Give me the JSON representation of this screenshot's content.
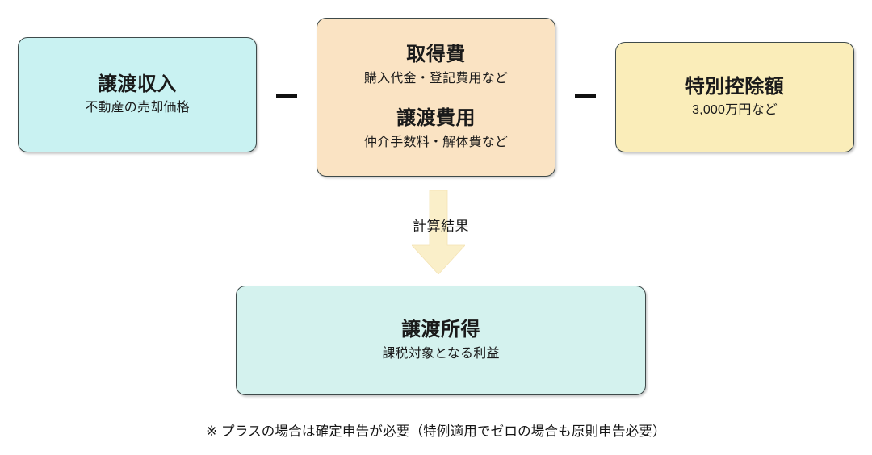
{
  "diagram": {
    "title_semantic": "real-estate-capital-gains-calculation-flow",
    "colors": {
      "revenue_box_fill": "#c9f2f2",
      "costs_box_fill": "#fae3c3",
      "deduction_box_fill": "#faedb9",
      "income_box_fill": "#d4f2ee",
      "arrow_fill": "#faefc9",
      "arrow_stroke": "#f2e0ad",
      "box_border": "#3e4a4a",
      "text": "#1a1a1a"
    },
    "boxes": {
      "revenue": {
        "title": "譲渡収入",
        "sub": "不動産の売却価格"
      },
      "costs": {
        "acquisition": {
          "title": "取得費",
          "sub": "購入代金・登記費用など"
        },
        "transfer": {
          "title": "譲渡費用",
          "sub": "仲介手数料・解体費など"
        }
      },
      "deduction": {
        "title": "特別控除額",
        "sub": "3,000万円など"
      },
      "income": {
        "title": "譲渡所得",
        "sub": "課税対象となる利益"
      }
    },
    "operators": {
      "minus_1": "−",
      "minus_2": "−"
    },
    "arrow_label": "計算結果",
    "footnote": "※ プラスの場合は確定申告が必要（特例適用でゼロの場合も原則申告必要）"
  }
}
